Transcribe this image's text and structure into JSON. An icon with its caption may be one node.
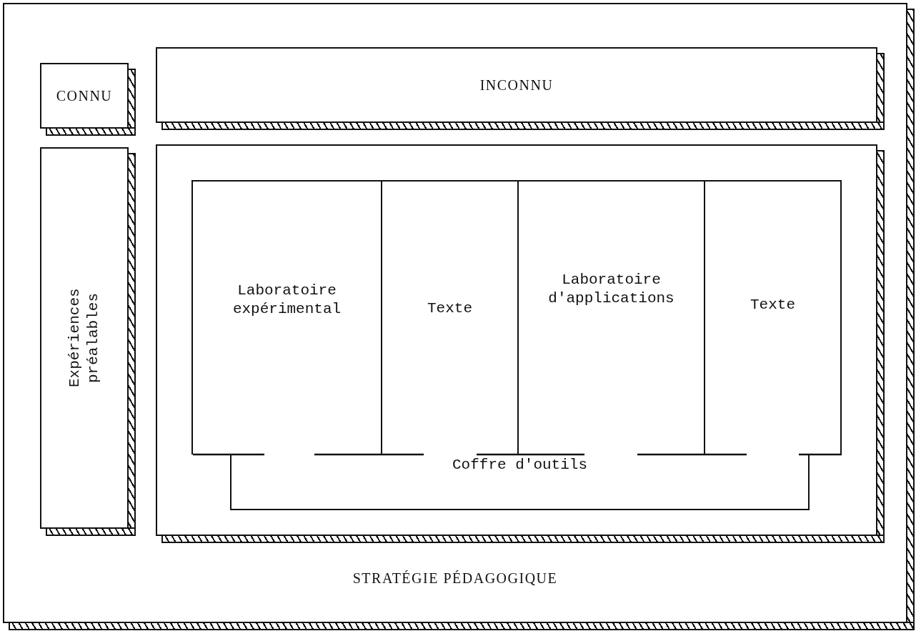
{
  "diagram": {
    "nodes": [
      {
        "text": [
          "STRATÉGIE PÉDAGOGIQUE"
        ]
      },
      {
        "text": [
          "CONNU"
        ],
        "in": 0
      },
      {
        "text": [
          "INCONNU"
        ],
        "in": 0
      },
      {
        "text": [
          "Expériences préalables"
        ],
        "in": 0
      },
      {
        "text": [],
        "shape": "box",
        "in": 0
      },
      {
        "text": [
          "Laboratoire expérimental"
        ],
        "in": 4
      },
      {
        "text": [
          "Texte"
        ],
        "in": 4
      },
      {
        "text": [
          "Laboratoire d'applications"
        ],
        "in": 4
      },
      {
        "text": [
          "Texte"
        ],
        "in": 4
      },
      {
        "text": [
          "Coffre d'outils"
        ],
        "in": 4
      }
    ]
  }
}
